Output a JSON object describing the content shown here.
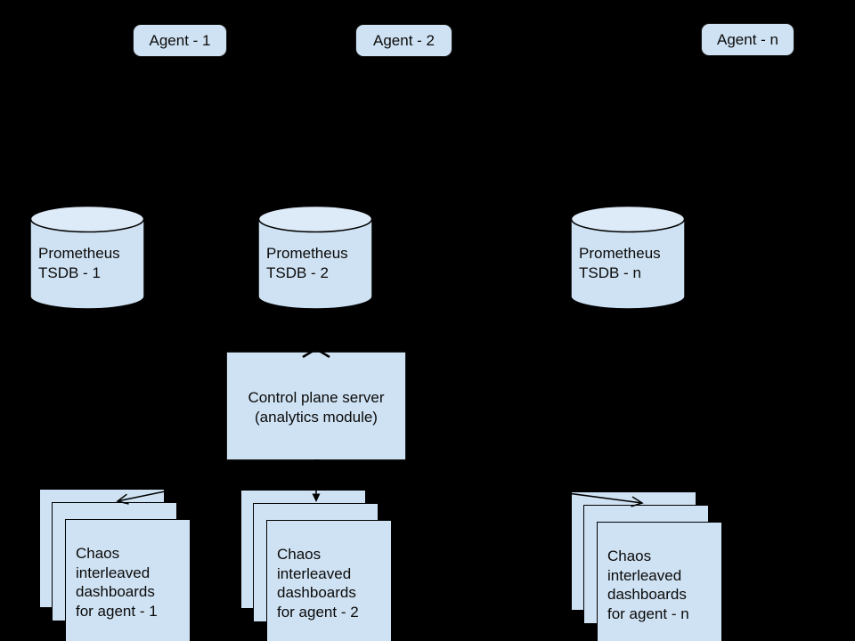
{
  "diagram": {
    "agents": [
      {
        "label": "Agent - 1"
      },
      {
        "label": "Agent - 2"
      },
      {
        "label": "Agent - n"
      }
    ],
    "tsdbs": [
      {
        "line1": "Prometheus",
        "line2": "TSDB - 1"
      },
      {
        "line1": "Prometheus",
        "line2": "TSDB - 2"
      },
      {
        "line1": "Prometheus",
        "line2": "TSDB - n"
      }
    ],
    "control_plane": {
      "line1": "Control plane server",
      "line2": "(analytics module)"
    },
    "dashboard_stacks": [
      {
        "lines": [
          "Chaos",
          "interleaved",
          "dashboards",
          "for agent - 1"
        ]
      },
      {
        "lines": [
          "Chaos",
          "interleaved",
          "dashboards",
          "for agent - 2"
        ]
      },
      {
        "lines": [
          "Chaos",
          "interleaved",
          "dashboards",
          "for agent - n"
        ]
      }
    ],
    "colors": {
      "background": "#000000",
      "shape_fill": "#cfe2f3",
      "cylinder_top_fill": "#ddeaf8",
      "stroke": "#000000",
      "text": "#0a0a0a"
    }
  }
}
